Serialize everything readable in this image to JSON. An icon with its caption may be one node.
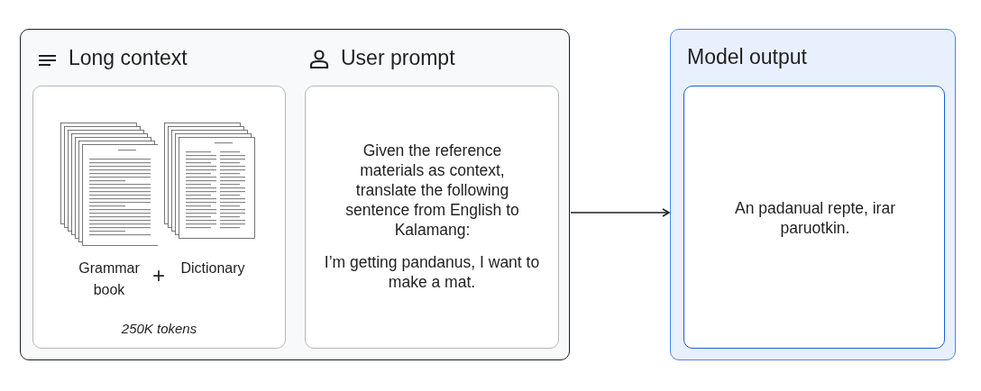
{
  "diagram": {
    "nodes": [
      {
        "text": [],
        "shape": "box"
      },
      {
        "text": [
          "Long context",
          "250K tokens"
        ],
        "in": 0
      },
      {
        "text": [],
        "shape": "picture",
        "in": 1,
        "beside": [
          "Grammar book"
        ]
      },
      {
        "text": [],
        "shape": "picture",
        "in": 1,
        "beside": [
          "Dictionary"
        ]
      },
      {
        "text": [
          "User prompt",
          "Given the reference materials as context, translate the following sentence from English to Kalamang:",
          "I’m getting pandanus, I want to make a mat."
        ],
        "in": 0
      },
      {
        "text": [
          "Model output"
        ]
      },
      {
        "text": [
          "An padanual repte, irar paruotkin."
        ],
        "in": 5
      }
    ],
    "edges": [
      {
        "from": 0,
        "to": 5,
        "arrow": "to"
      }
    ],
    "labels": [
      "+"
    ]
  }
}
